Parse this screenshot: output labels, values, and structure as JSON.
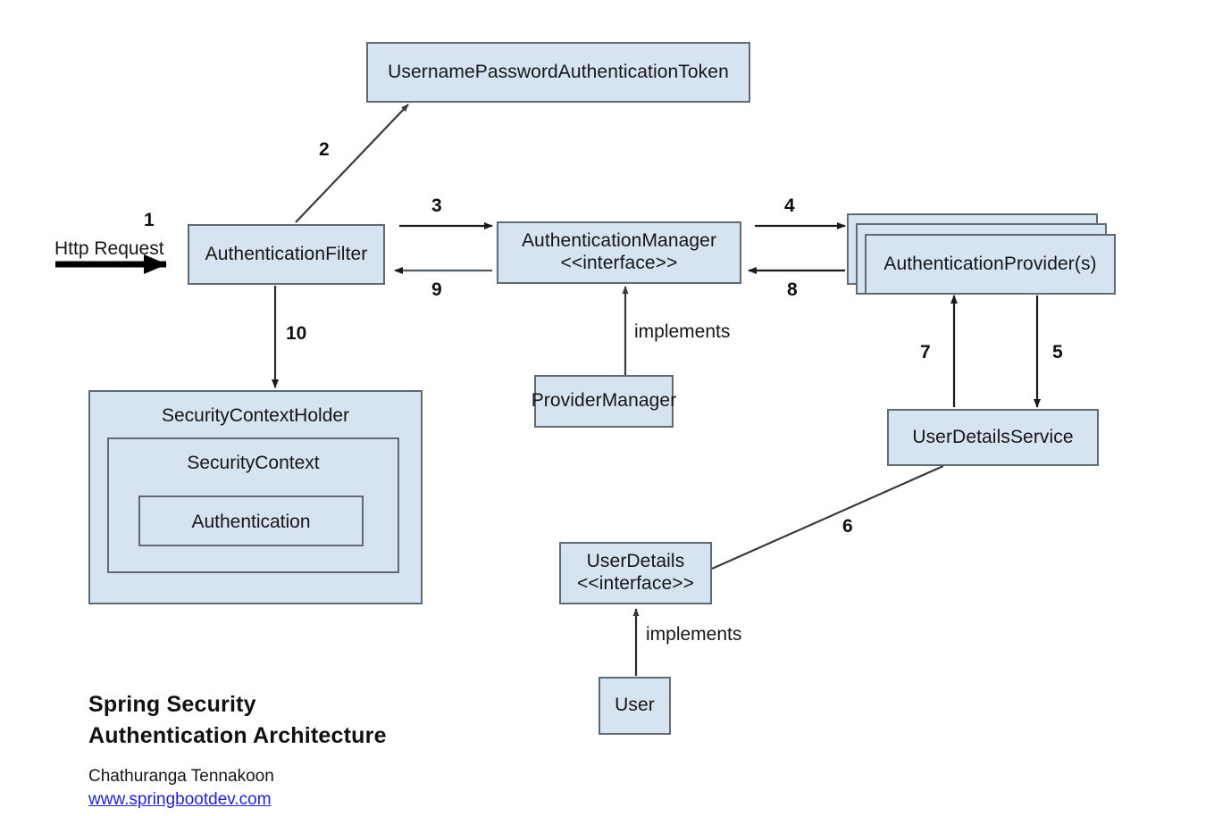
{
  "diagram": {
    "background": "#ffffff",
    "box_fill": "#d6e3f0",
    "box_stroke": "#5f6a72",
    "arrow_color": "#1a1a1a",
    "link_color": "#2323c8",
    "nodes": {
      "token": "UsernamePasswordAuthenticationToken",
      "auth_filter": "AuthenticationFilter",
      "auth_manager": "AuthenticationManager\n<<interface>>",
      "auth_provider": "AuthenticationProvider(s)",
      "provider_manager": "ProviderManager",
      "user_details_service": "UserDetailsService",
      "user_details": "UserDetails\n<<interface>>",
      "user": "User",
      "security_context_holder": "SecurityContextHolder",
      "security_context": "SecurityContext",
      "authentication": "Authentication"
    },
    "edge_labels": {
      "http_request": "Http Request",
      "implements_manager": "implements",
      "implements_userdetails": "implements"
    },
    "steps": {
      "s1": "1",
      "s2": "2",
      "s3": "3",
      "s4": "4",
      "s5": "5",
      "s6": "6",
      "s7": "7",
      "s8": "8",
      "s9": "9",
      "s10": "10"
    }
  },
  "footer": {
    "title_line1": "Spring Security",
    "title_line2": "Authentication Architecture",
    "author": "Chathuranga Tennakoon",
    "website": "www.springbootdev.com"
  }
}
